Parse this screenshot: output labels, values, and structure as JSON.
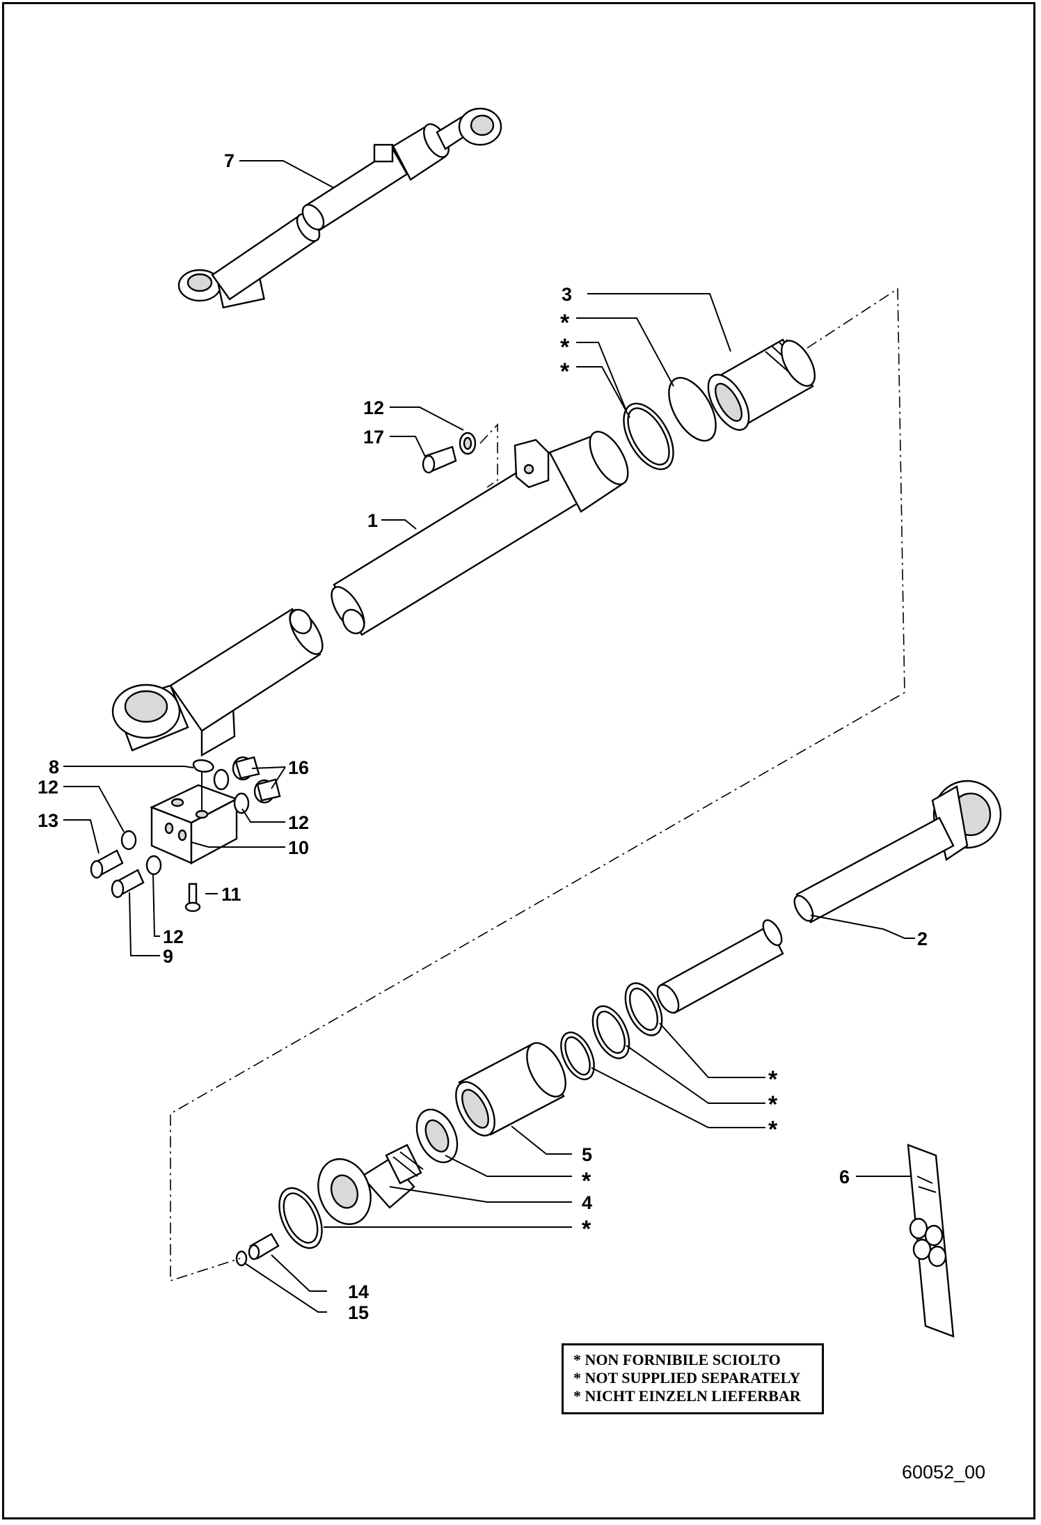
{
  "callouts": {
    "c1": "1",
    "c2": "2",
    "c3": "3",
    "c4": "4",
    "c5": "5",
    "c6": "6",
    "c7": "7",
    "c8": "8",
    "c9": "9",
    "c10": "10",
    "c11": "11",
    "c12": "12",
    "c13": "13",
    "c14": "14",
    "c15": "15",
    "c16": "16",
    "c17": "17",
    "star": "*"
  },
  "legend": {
    "line1": "* NON FORNIBILE SCIOLTO",
    "line2": "* NOT SUPPLIED SEPARATELY",
    "line3": "* NICHT EINZELN LIEFERBAR"
  },
  "drawing_number": "60052_00"
}
